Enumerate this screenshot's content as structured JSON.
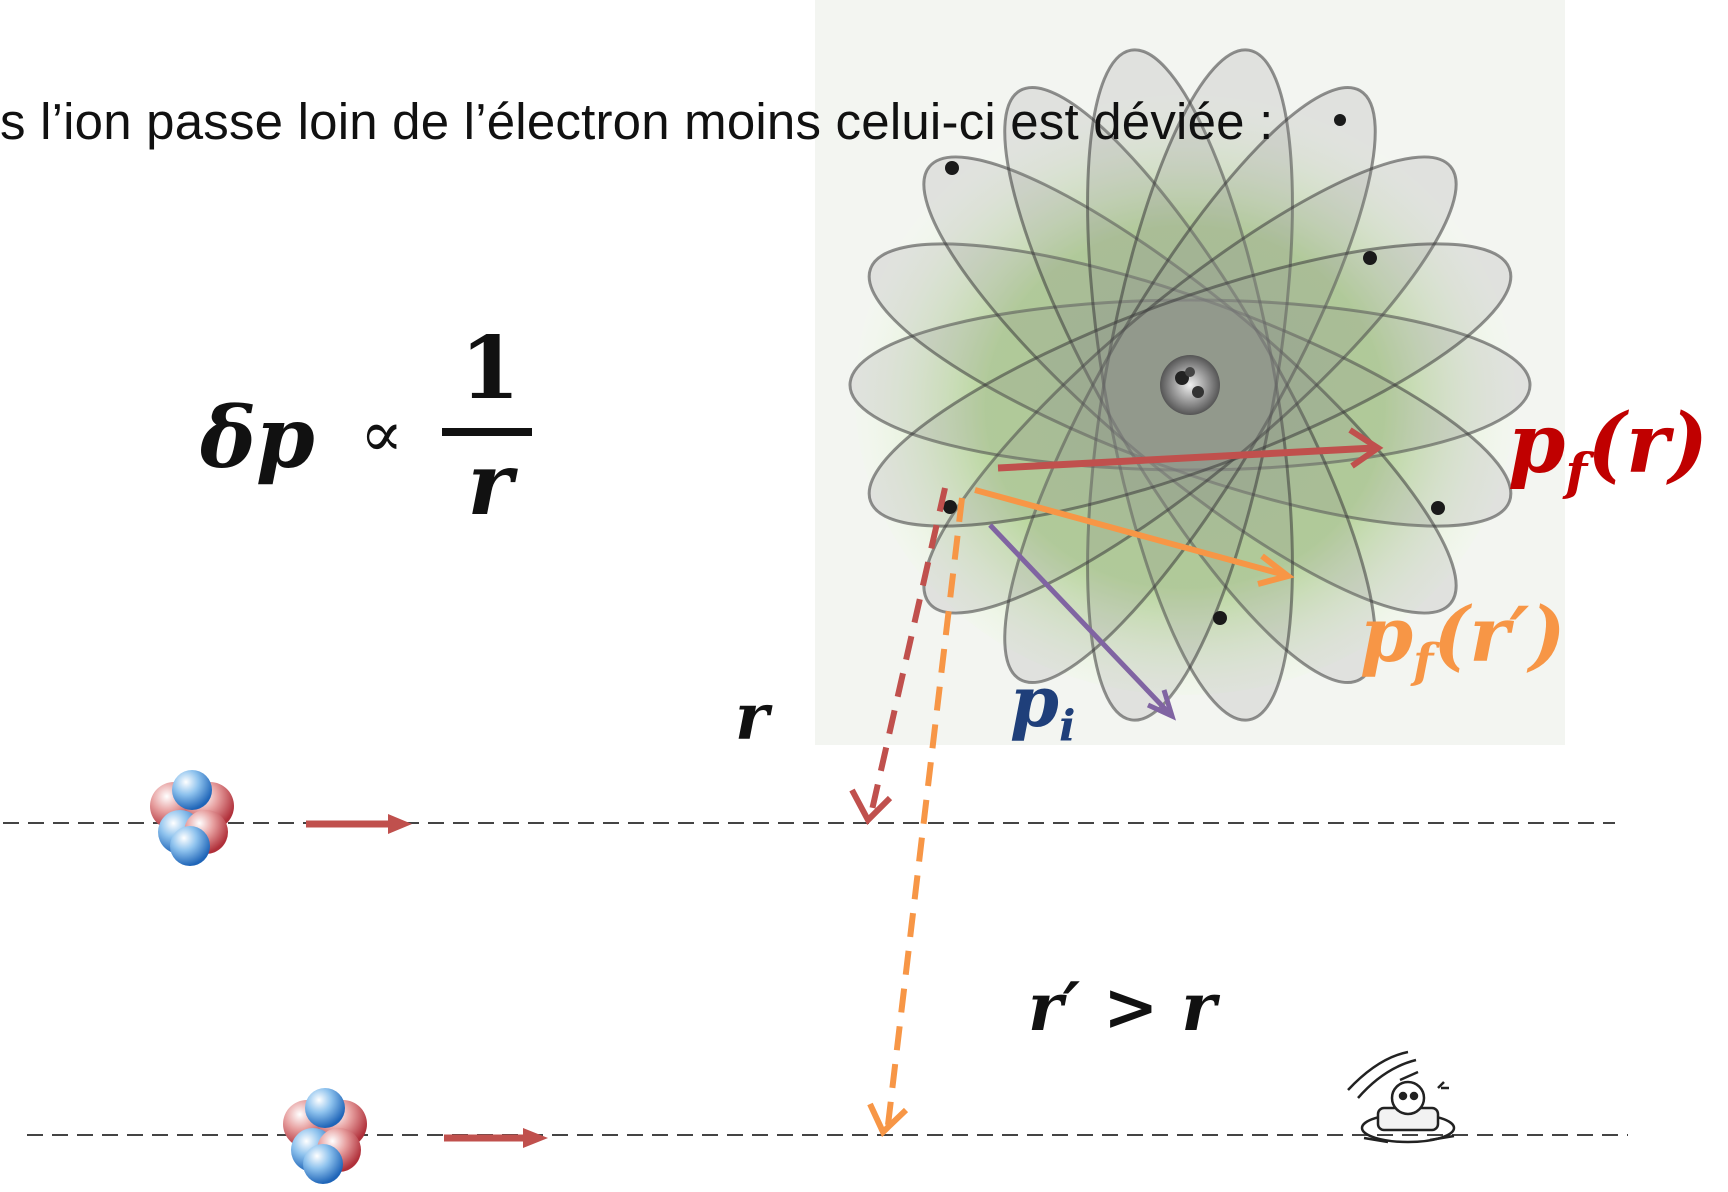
{
  "heading": "s l’ion passe loin de l’électron moins celui-ci est déviée :",
  "formula": {
    "lhs": "δp",
    "relation": "∝",
    "numerator": "1",
    "denominator": "r"
  },
  "labels": {
    "r": "r",
    "p_i_base": "p",
    "p_i_sub": "i",
    "p_f_r_base": "p",
    "p_f_r_sub": "f",
    "p_f_r_arg": "(r)",
    "p_f_rprime_base": "p",
    "p_f_rprime_sub": "f",
    "p_f_rprime_arg": "(r′)",
    "r_prime_gt_r": "r′ > r"
  },
  "colors": {
    "p_f_r": "#c00000",
    "p_f_rprime": "#f79646",
    "p_i": "#1f3f7a",
    "arrow_pf_r": "#c0504d",
    "arrow_pf_rprime": "#f79646",
    "arrow_pi": "#8064a2",
    "ion_arrow": "#c0504d",
    "atom_glow": "#9ad86a"
  },
  "icons": [
    "atom-image",
    "ion-icon",
    "detector-cartoon-icon"
  ]
}
